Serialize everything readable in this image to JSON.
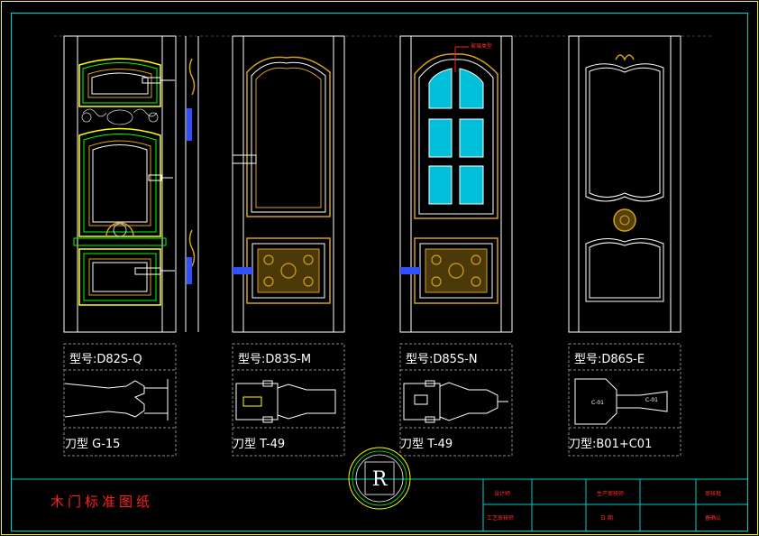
{
  "colors": {
    "frame": "#ffff00",
    "door_outline": "#ffffff",
    "gold": "#d4a017",
    "glass": "#00e0ff",
    "hardware": "#3050ff",
    "green_line": "#00ff00",
    "title_red": "#ff2020",
    "block_line": "#00cccc"
  },
  "doors": [
    {
      "model_label": "型号:D82S-Q",
      "tool_label": "刀型 G-15"
    },
    {
      "model_label": "型号:D83S-M",
      "tool_label": "刀型 T-49"
    },
    {
      "model_label": "型号:D85S-N",
      "tool_label": "刀型 T-49"
    },
    {
      "model_label": "型号:D86S-E",
      "tool_label": "刀型:B01+C01"
    }
  ],
  "profile_labels": {
    "left": "C-01",
    "right": "C-01"
  },
  "glass_note": "玻璃类型",
  "drawing_title": "木门标准图纸",
  "title_block": {
    "r1c1": "设计师",
    "r2c1": "工艺审核师",
    "r1c2": "生产审核师",
    "r2c2": "日 期",
    "r1c3": "审核批",
    "r2c3": "备确认"
  }
}
